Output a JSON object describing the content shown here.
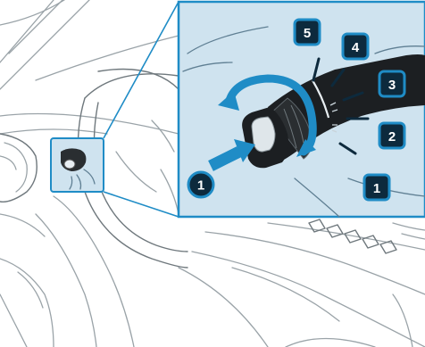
{
  "colors": {
    "accent": "#1f8cc6",
    "inset_bg": "#cfe3ef",
    "badge_fill": "#0d2a3d",
    "stalk_dark": "#1c1f22"
  },
  "callouts": {
    "circle_push": "1",
    "circle_push_inset": "1",
    "square_1": "1",
    "square_2": "2",
    "square_3": "3",
    "square_4": "4",
    "square_5": "5"
  },
  "icons": {
    "stalk_closeup": "wiper-stalk-icon",
    "stalk_location": "stalk-location-icon"
  }
}
